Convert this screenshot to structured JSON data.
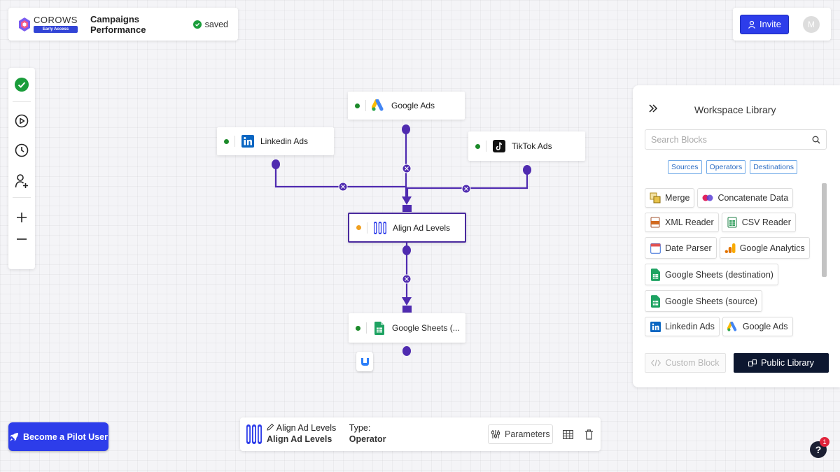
{
  "header": {
    "logo_name": "COROWS",
    "logo_badge": "Early Access",
    "project_title": "Campaigns Performance",
    "save_status": "saved"
  },
  "topbar": {
    "invite_label": "Invite",
    "avatar_initial": "M"
  },
  "pilot_button": "Become a Pilot User",
  "nodes": {
    "google_ads": "Google Ads",
    "linkedin_ads": "Linkedin Ads",
    "tiktok_ads": "TikTok Ads",
    "align": "Align Ad Levels",
    "sheets": "Google Sheets (..."
  },
  "bottom_panel": {
    "name_edit": "Align Ad Levels",
    "name": "Align Ad Levels",
    "type_label": "Type:",
    "type_value": "Operator",
    "parameters_label": "Parameters"
  },
  "library": {
    "title": "Workspace Library",
    "search_placeholder": "Search Blocks",
    "filters": [
      "Sources",
      "Operators",
      "Destinations"
    ],
    "blocks": [
      "Merge",
      "Concatenate Data",
      "XML Reader",
      "CSV Reader",
      "Date Parser",
      "Google Analytics",
      "Google Sheets (destination)",
      "Google Sheets (source)",
      "Linkedin Ads",
      "Google Ads"
    ],
    "custom_block_label": "Custom Block",
    "public_library_label": "Public Library"
  },
  "help": {
    "label": "?",
    "badge": "1"
  },
  "colors": {
    "accent": "#2d3dea",
    "edge": "#4f2bb0",
    "status_green": "#1c8a2a",
    "status_orange": "#f0a020"
  }
}
